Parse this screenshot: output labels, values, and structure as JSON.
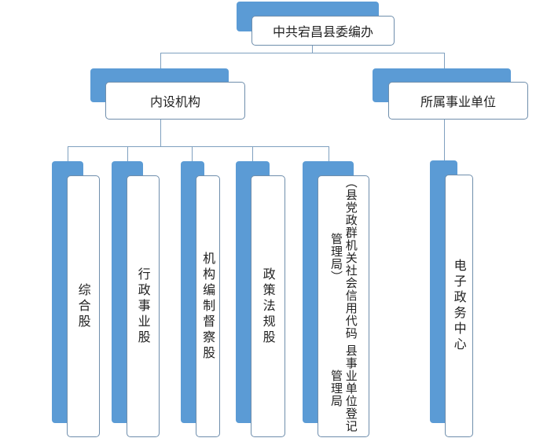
{
  "colors": {
    "box_accent": "#5b9bd5",
    "box_border": "#6f8eac",
    "connector": "#7fa0bf",
    "text": "#222222"
  },
  "root": {
    "label": "中共宕昌县委编办"
  },
  "branches": [
    {
      "label": "内设机构",
      "children": [
        {
          "label": "综合股"
        },
        {
          "label": "行政事业股"
        },
        {
          "label": "机构编制督察股"
        },
        {
          "label": "政策法规股"
        },
        {
          "label": "县事业单位登记管理局",
          "sublabel": "（县党政群机关社会信用代码管理局）"
        }
      ]
    },
    {
      "label": "所属事业单位",
      "children": [
        {
          "label": "电子政务中心"
        }
      ]
    }
  ]
}
